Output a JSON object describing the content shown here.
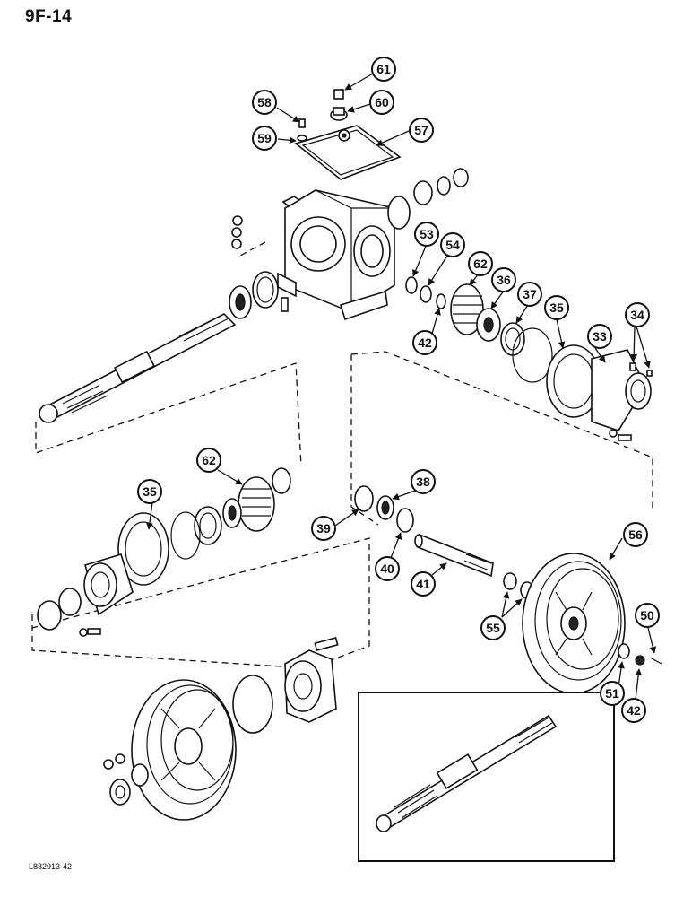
{
  "header": {
    "page_code": "9F-14"
  },
  "footer": {
    "drawing_code": "L882913-42"
  },
  "callouts": [
    "61",
    "60",
    "58",
    "57",
    "59",
    "53",
    "54",
    "62",
    "36",
    "37",
    "35",
    "34",
    "33",
    "42",
    "62",
    "38",
    "35",
    "39",
    "40",
    "41",
    "56",
    "55",
    "50",
    "51",
    "42"
  ],
  "inset": {
    "title": ""
  }
}
